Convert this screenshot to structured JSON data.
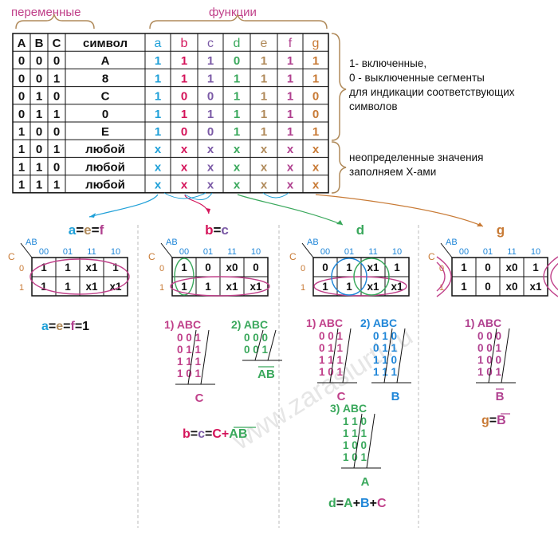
{
  "colors": {
    "a": "#1fa0d8",
    "b": "#d4145a",
    "c": "#7b5aa6",
    "d": "#3aa85c",
    "e": "#b08a5a",
    "f": "#b0408f",
    "g": "#c87a35",
    "header": "#c0408a",
    "dark": "#111111",
    "gray": "#999999",
    "blue": "#1f86d8",
    "green": "#3aa85c",
    "magenta": "#c0408a"
  },
  "headers": {
    "variables": "переменные",
    "functions": "функции"
  },
  "table": {
    "var_headers": [
      "A",
      "B",
      "C"
    ],
    "symbol_header": "символ",
    "func_headers": [
      "a",
      "b",
      "c",
      "d",
      "e",
      "f",
      "g"
    ],
    "rows": [
      {
        "vars": [
          "0",
          "0",
          "0"
        ],
        "symbol": "A",
        "funcs": [
          "1",
          "1",
          "1",
          "0",
          "1",
          "1",
          "1"
        ]
      },
      {
        "vars": [
          "0",
          "0",
          "1"
        ],
        "symbol": "8",
        "funcs": [
          "1",
          "1",
          "1",
          "1",
          "1",
          "1",
          "1"
        ]
      },
      {
        "vars": [
          "0",
          "1",
          "0"
        ],
        "symbol": "C",
        "funcs": [
          "1",
          "0",
          "0",
          "1",
          "1",
          "1",
          "0"
        ]
      },
      {
        "vars": [
          "0",
          "1",
          "1"
        ],
        "symbol": "0",
        "funcs": [
          "1",
          "1",
          "1",
          "1",
          "1",
          "1",
          "0"
        ]
      },
      {
        "vars": [
          "1",
          "0",
          "0"
        ],
        "symbol": "E",
        "funcs": [
          "1",
          "0",
          "0",
          "1",
          "1",
          "1",
          "1"
        ]
      },
      {
        "vars": [
          "1",
          "0",
          "1"
        ],
        "symbol": "любой",
        "funcs": [
          "x",
          "x",
          "x",
          "x",
          "x",
          "x",
          "x"
        ]
      },
      {
        "vars": [
          "1",
          "1",
          "0"
        ],
        "symbol": "любой",
        "funcs": [
          "x",
          "x",
          "x",
          "x",
          "x",
          "x",
          "x"
        ]
      },
      {
        "vars": [
          "1",
          "1",
          "1"
        ],
        "symbol": "любой",
        "funcs": [
          "x",
          "x",
          "x",
          "x",
          "x",
          "x",
          "x"
        ]
      }
    ]
  },
  "notes": {
    "segments": [
      "1- включенные,",
      "0 - выключенные сегменты",
      "для индикации соответствующих",
      "символов"
    ],
    "undefined": [
      "неопределенные значения",
      "заполняем Х-ами"
    ]
  },
  "kmaps": [
    {
      "title": [
        [
          "a",
          "a"
        ],
        [
          "=",
          "dark"
        ],
        [
          "e",
          "e"
        ],
        [
          "=",
          "dark"
        ],
        [
          "f",
          "f"
        ]
      ],
      "ab": "AB",
      "c": "C",
      "cols": [
        "00",
        "01",
        "11",
        "10"
      ],
      "rowlabels": [
        "0",
        "1"
      ],
      "cells": [
        [
          "1",
          "1",
          "x1",
          "1"
        ],
        [
          "1",
          "1",
          "x1",
          "x1"
        ]
      ],
      "result": [
        [
          "a",
          "a"
        ],
        [
          "=",
          "dark"
        ],
        [
          "e",
          "e"
        ],
        [
          "=",
          "dark"
        ],
        [
          "f",
          "f"
        ],
        [
          "=1",
          "dark"
        ]
      ]
    },
    {
      "title": [
        [
          "b",
          "b"
        ],
        [
          "=",
          "dark"
        ],
        [
          "c",
          "c"
        ]
      ],
      "ab": "AB",
      "c": "C",
      "cols": [
        "00",
        "01",
        "11",
        "10"
      ],
      "rowlabels": [
        "0",
        "1"
      ],
      "cells": [
        [
          "1",
          "0",
          "x0",
          "0"
        ],
        [
          "1",
          "1",
          "x1",
          "x1"
        ]
      ],
      "result": [
        [
          "b",
          "b"
        ],
        [
          "=",
          "dark"
        ],
        [
          "c",
          "c"
        ],
        [
          "=",
          "dark"
        ],
        [
          "C+",
          "b"
        ],
        [
          "A",
          "green"
        ],
        [
          "B",
          "green"
        ]
      ]
    },
    {
      "title": [
        [
          "d",
          "d"
        ]
      ],
      "ab": "AB",
      "c": "C",
      "cols": [
        "00",
        "01",
        "11",
        "10"
      ],
      "rowlabels": [
        "0",
        "1"
      ],
      "cells": [
        [
          "0",
          "1",
          "x1",
          "1"
        ],
        [
          "1",
          "1",
          "x1",
          "x1"
        ]
      ],
      "result": [
        [
          "d",
          "green"
        ],
        [
          "=",
          "dark"
        ],
        [
          "A",
          "green"
        ],
        [
          "+",
          "dark"
        ],
        [
          "B",
          "blue"
        ],
        [
          "+",
          "dark"
        ],
        [
          "C",
          "magenta"
        ]
      ]
    },
    {
      "title": [
        [
          "g",
          "g"
        ]
      ],
      "ab": "AB",
      "c": "C",
      "cols": [
        "00",
        "01",
        "11",
        "10"
      ],
      "rowlabels": [
        "0",
        "1"
      ],
      "cells": [
        [
          "1",
          "0",
          "x0",
          "1"
        ],
        [
          "1",
          "0",
          "x0",
          "x1"
        ]
      ],
      "result": [
        [
          "g",
          "g"
        ],
        [
          "=",
          "dark"
        ],
        [
          "B",
          "f"
        ]
      ]
    }
  ],
  "groups": [
    {
      "label": "1) ABC",
      "color": "magenta",
      "rows": [
        "0 0 1",
        "0 1 1",
        "1 1 1",
        "1 0 1"
      ],
      "result": "C"
    },
    {
      "label": "2) ABC",
      "color": "green",
      "rows": [
        "0 0 0",
        "0 0 1"
      ],
      "result": "AB"
    },
    {
      "label": "1) ABC",
      "color": "magenta",
      "rows": [
        "0 0 1",
        "0 1 1",
        "1 1 1",
        "1 0 1"
      ],
      "result": "C"
    },
    {
      "label": "2) ABC",
      "color": "blue",
      "rows": [
        "0 1 0",
        "0 1 1",
        "1 1 0",
        "1 1 1"
      ],
      "result": "B"
    },
    {
      "label": "3) ABC",
      "color": "green",
      "rows": [
        "1 1 0",
        "1 1 1",
        "1 0 0",
        "1 0 1"
      ],
      "result": "A"
    },
    {
      "label": "1) ABC",
      "color": "f",
      "rows": [
        "0 0 0",
        "0 0 1",
        "1 0 0",
        "1 0 1"
      ],
      "result": "B"
    }
  ],
  "watermark": "www.zarasiurtl.ru"
}
